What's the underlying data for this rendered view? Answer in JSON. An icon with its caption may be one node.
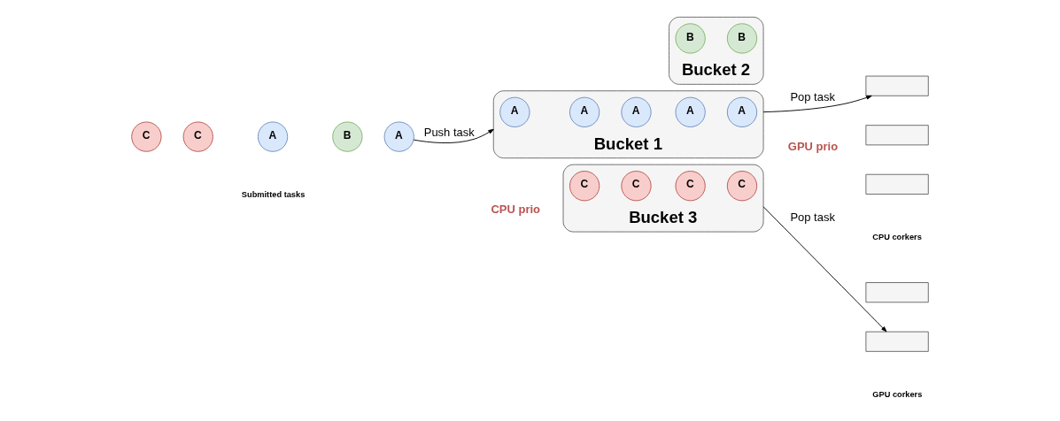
{
  "diagram": {
    "nodes": [
      {
        "text": [
          "C"
        ]
      },
      {
        "text": [
          "C"
        ]
      },
      {
        "text": [
          "A"
        ]
      },
      {
        "text": [
          "B"
        ]
      },
      {
        "text": [
          "A"
        ]
      },
      {
        "text": [
          "Bucket 1"
        ]
      },
      {
        "text": [
          "A"
        ],
        "in": 5
      },
      {
        "text": [
          "A"
        ],
        "in": 5
      },
      {
        "text": [
          "A"
        ],
        "in": 5
      },
      {
        "text": [
          "A"
        ],
        "in": 5
      },
      {
        "text": [
          "A"
        ],
        "in": 5
      },
      {
        "text": [
          "Bucket 2"
        ]
      },
      {
        "text": [
          "B"
        ],
        "in": 11
      },
      {
        "text": [
          "B"
        ],
        "in": 11
      },
      {
        "text": [
          "Bucket 3"
        ]
      },
      {
        "text": [
          "C"
        ],
        "in": 14
      },
      {
        "text": [
          "C"
        ],
        "in": 14
      },
      {
        "text": [
          "C"
        ],
        "in": 14
      },
      {
        "text": [
          "C"
        ],
        "in": 14
      },
      {
        "text": [],
        "shape": "box"
      },
      {
        "text": [],
        "shape": "box"
      },
      {
        "text": [],
        "shape": "box"
      },
      {
        "text": [],
        "shape": "box"
      },
      {
        "text": [],
        "shape": "box"
      }
    ],
    "edges": [
      {
        "from": 4,
        "to": 5,
        "arrow": "to",
        "label": "Push task"
      },
      {
        "from": 5,
        "to": 19,
        "arrow": "to",
        "label": "Pop task"
      },
      {
        "from": 14,
        "to": 23,
        "arrow": "to",
        "label": "Pop task"
      }
    ],
    "labels": [
      "Submitted tasks",
      "CPU prio",
      "GPU prio",
      "CPU corkers",
      "GPU corkers"
    ]
  }
}
